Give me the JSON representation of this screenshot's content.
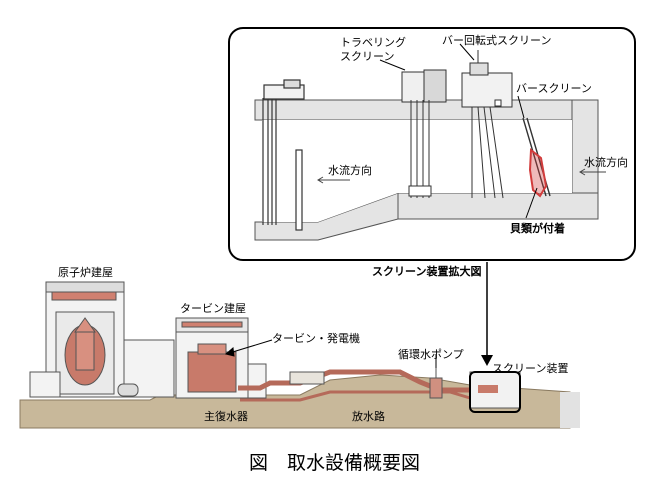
{
  "detail": {
    "label_traveling_screen": [
      "トラベリング",
      "スクリーン"
    ],
    "label_rotary_bar_screen": "バー回転式スクリーン",
    "label_bar_screen": "バースクリーン",
    "label_flow_left": "水流方向",
    "label_flow_right": "水流方向",
    "label_shellfish": "貝類が付着",
    "title": "スクリーン装置拡大図"
  },
  "plant": {
    "label_reactor_building": "原子炉建屋",
    "label_turbine_building": "タービン建屋",
    "label_turbine_generator": "タービン・発電機",
    "label_circ_pump": "循環水ポンプ",
    "label_screen_device": "スクリーン装置",
    "label_condenser": "主復水器",
    "label_discharge": "放水路"
  },
  "caption": "図　取水設備概要図",
  "colors": {
    "structure": "#dcdcdc",
    "outline": "#444444",
    "equipment": "#c87a6a",
    "pipe": "#b56a5a",
    "ground": "#c8b89a",
    "water": "#e2e2e2",
    "shellfish": "#d23c3c"
  }
}
